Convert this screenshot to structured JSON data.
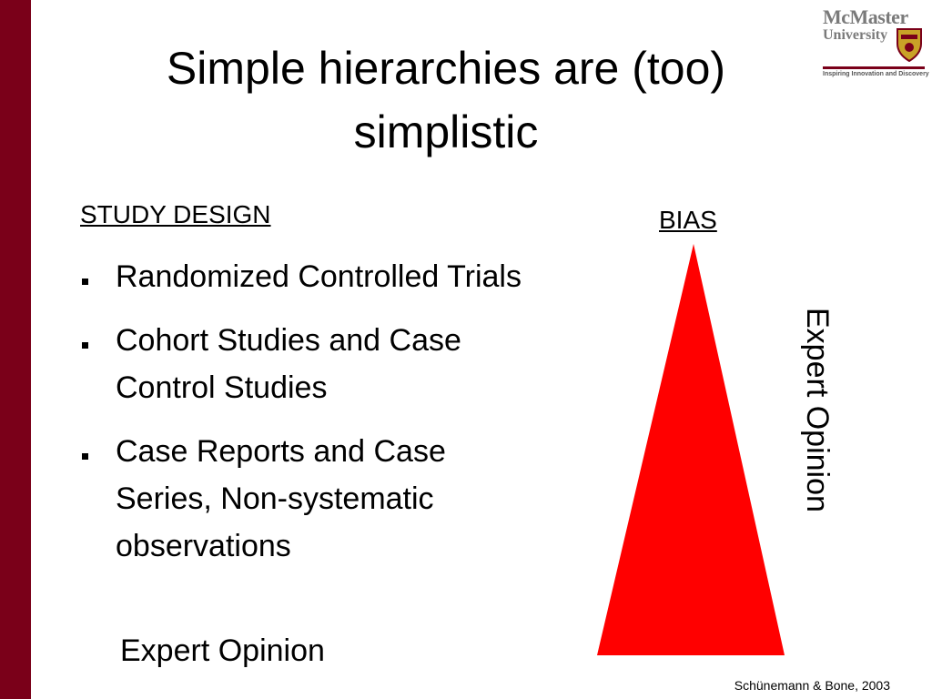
{
  "slide": {
    "title": "Simple hierarchies are (too) simplistic",
    "section_heading": "STUDY DESIGN",
    "study_designs": [
      "Randomized Controlled Trials",
      "Cohort Studies and Case Control Studies",
      "Case Reports and Case Series, Non-systematic observations"
    ],
    "expert_opinion_left": "Expert Opinion",
    "bias_label": "BIAS",
    "expert_opinion_rotated": "Expert Opinion",
    "citation": "Schünemann & Bone, 2003"
  },
  "logo": {
    "line1": "McMaster",
    "line2": "University",
    "tagline": "Inspiring Innovation and Discovery"
  },
  "colors": {
    "accent_bar": "#7a0019",
    "triangle": "#ff0000"
  }
}
